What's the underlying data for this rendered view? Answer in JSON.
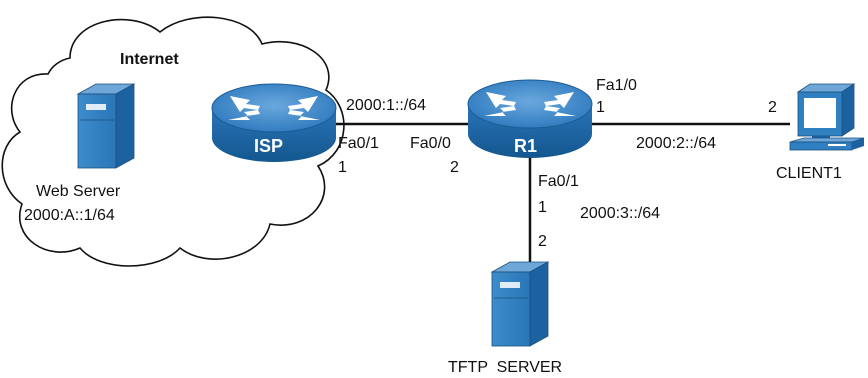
{
  "cloud": {
    "label": "Internet"
  },
  "web_server": {
    "name": "Web Server",
    "address": "2000:A::1/64"
  },
  "routers": {
    "isp": {
      "label": "ISP"
    },
    "r1": {
      "label": "R1"
    }
  },
  "links": {
    "isp_r1": {
      "network": "2000:1::/64",
      "isp_interface": "Fa0/1",
      "isp_host": "1",
      "r1_interface": "Fa0/0",
      "r1_host": "2"
    },
    "r1_client": {
      "network": "2000:2::/64",
      "r1_interface": "Fa1/0",
      "r1_host": "1",
      "client_host": "2"
    },
    "r1_tftp": {
      "network": "2000:3::/64",
      "r1_interface": "Fa0/1",
      "r1_host": "1",
      "tftp_host": "2"
    }
  },
  "client": {
    "name": "CLIENT1"
  },
  "tftp_server": {
    "name": "TFTP  SERVER"
  },
  "colors": {
    "router_top": "#3f88c5",
    "router_side": "#1b69ae",
    "server_body": "#2f7fc1",
    "server_side": "#1d62a0",
    "link": "#111111",
    "cloud_outline": "#111111"
  }
}
